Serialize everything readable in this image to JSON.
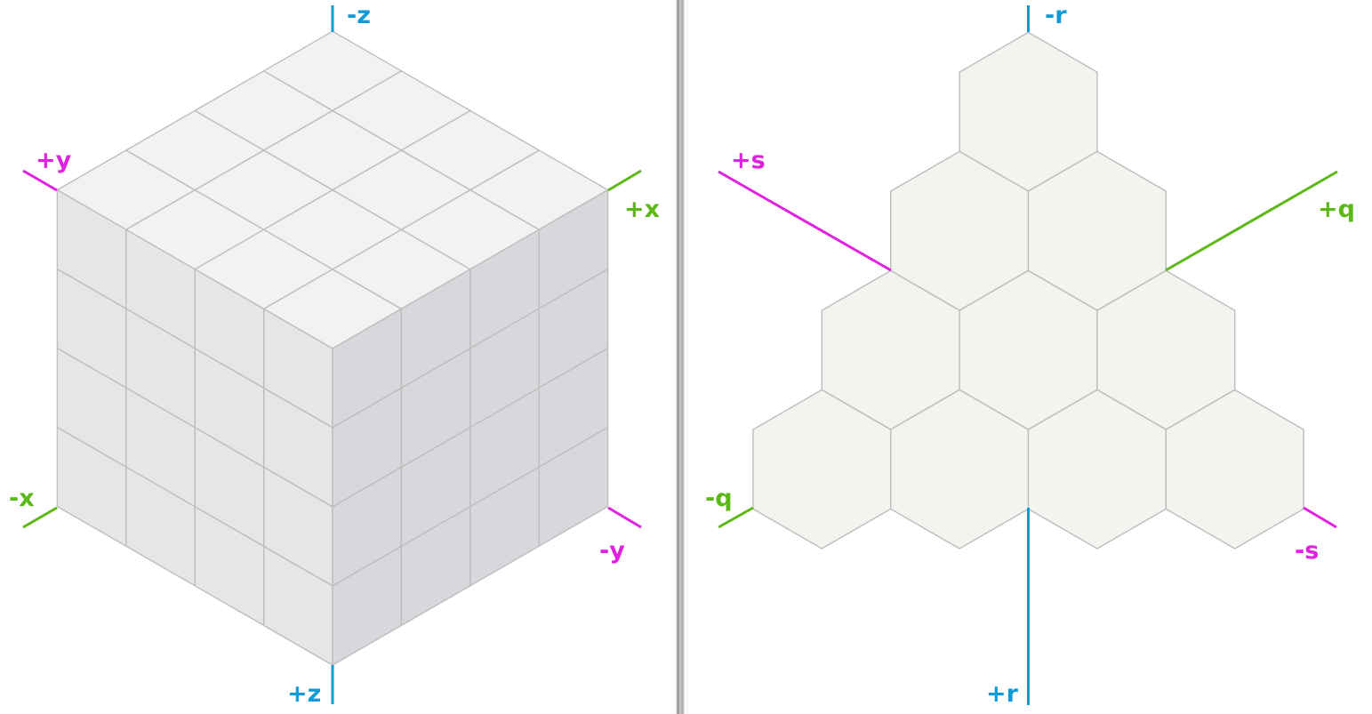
{
  "colors": {
    "x_axis": "#5cb816",
    "y_axis": "#e021e0",
    "z_axis": "#119ad6",
    "cell_stroke": "#bdbdbd",
    "cube_top_fill": "#f2f2f2",
    "cube_left_fill": "#e6e6e6",
    "cube_right_fill": "#d8d7dc",
    "hex_fill": "#f3f3ef",
    "divider": "#a8a8a8"
  },
  "cube_panel": {
    "grid_size": 4,
    "axes": {
      "minus_z": "-z",
      "plus_z": "+z",
      "plus_y": "+y",
      "minus_y": "-y",
      "plus_x": "+x",
      "minus_x": "-x"
    }
  },
  "hex_panel": {
    "rows": [
      1,
      2,
      3,
      4
    ],
    "axes": {
      "minus_r": "-r",
      "plus_r": "+r",
      "plus_s": "+s",
      "minus_s": "-s",
      "plus_q": "+q",
      "minus_q": "-q"
    }
  }
}
